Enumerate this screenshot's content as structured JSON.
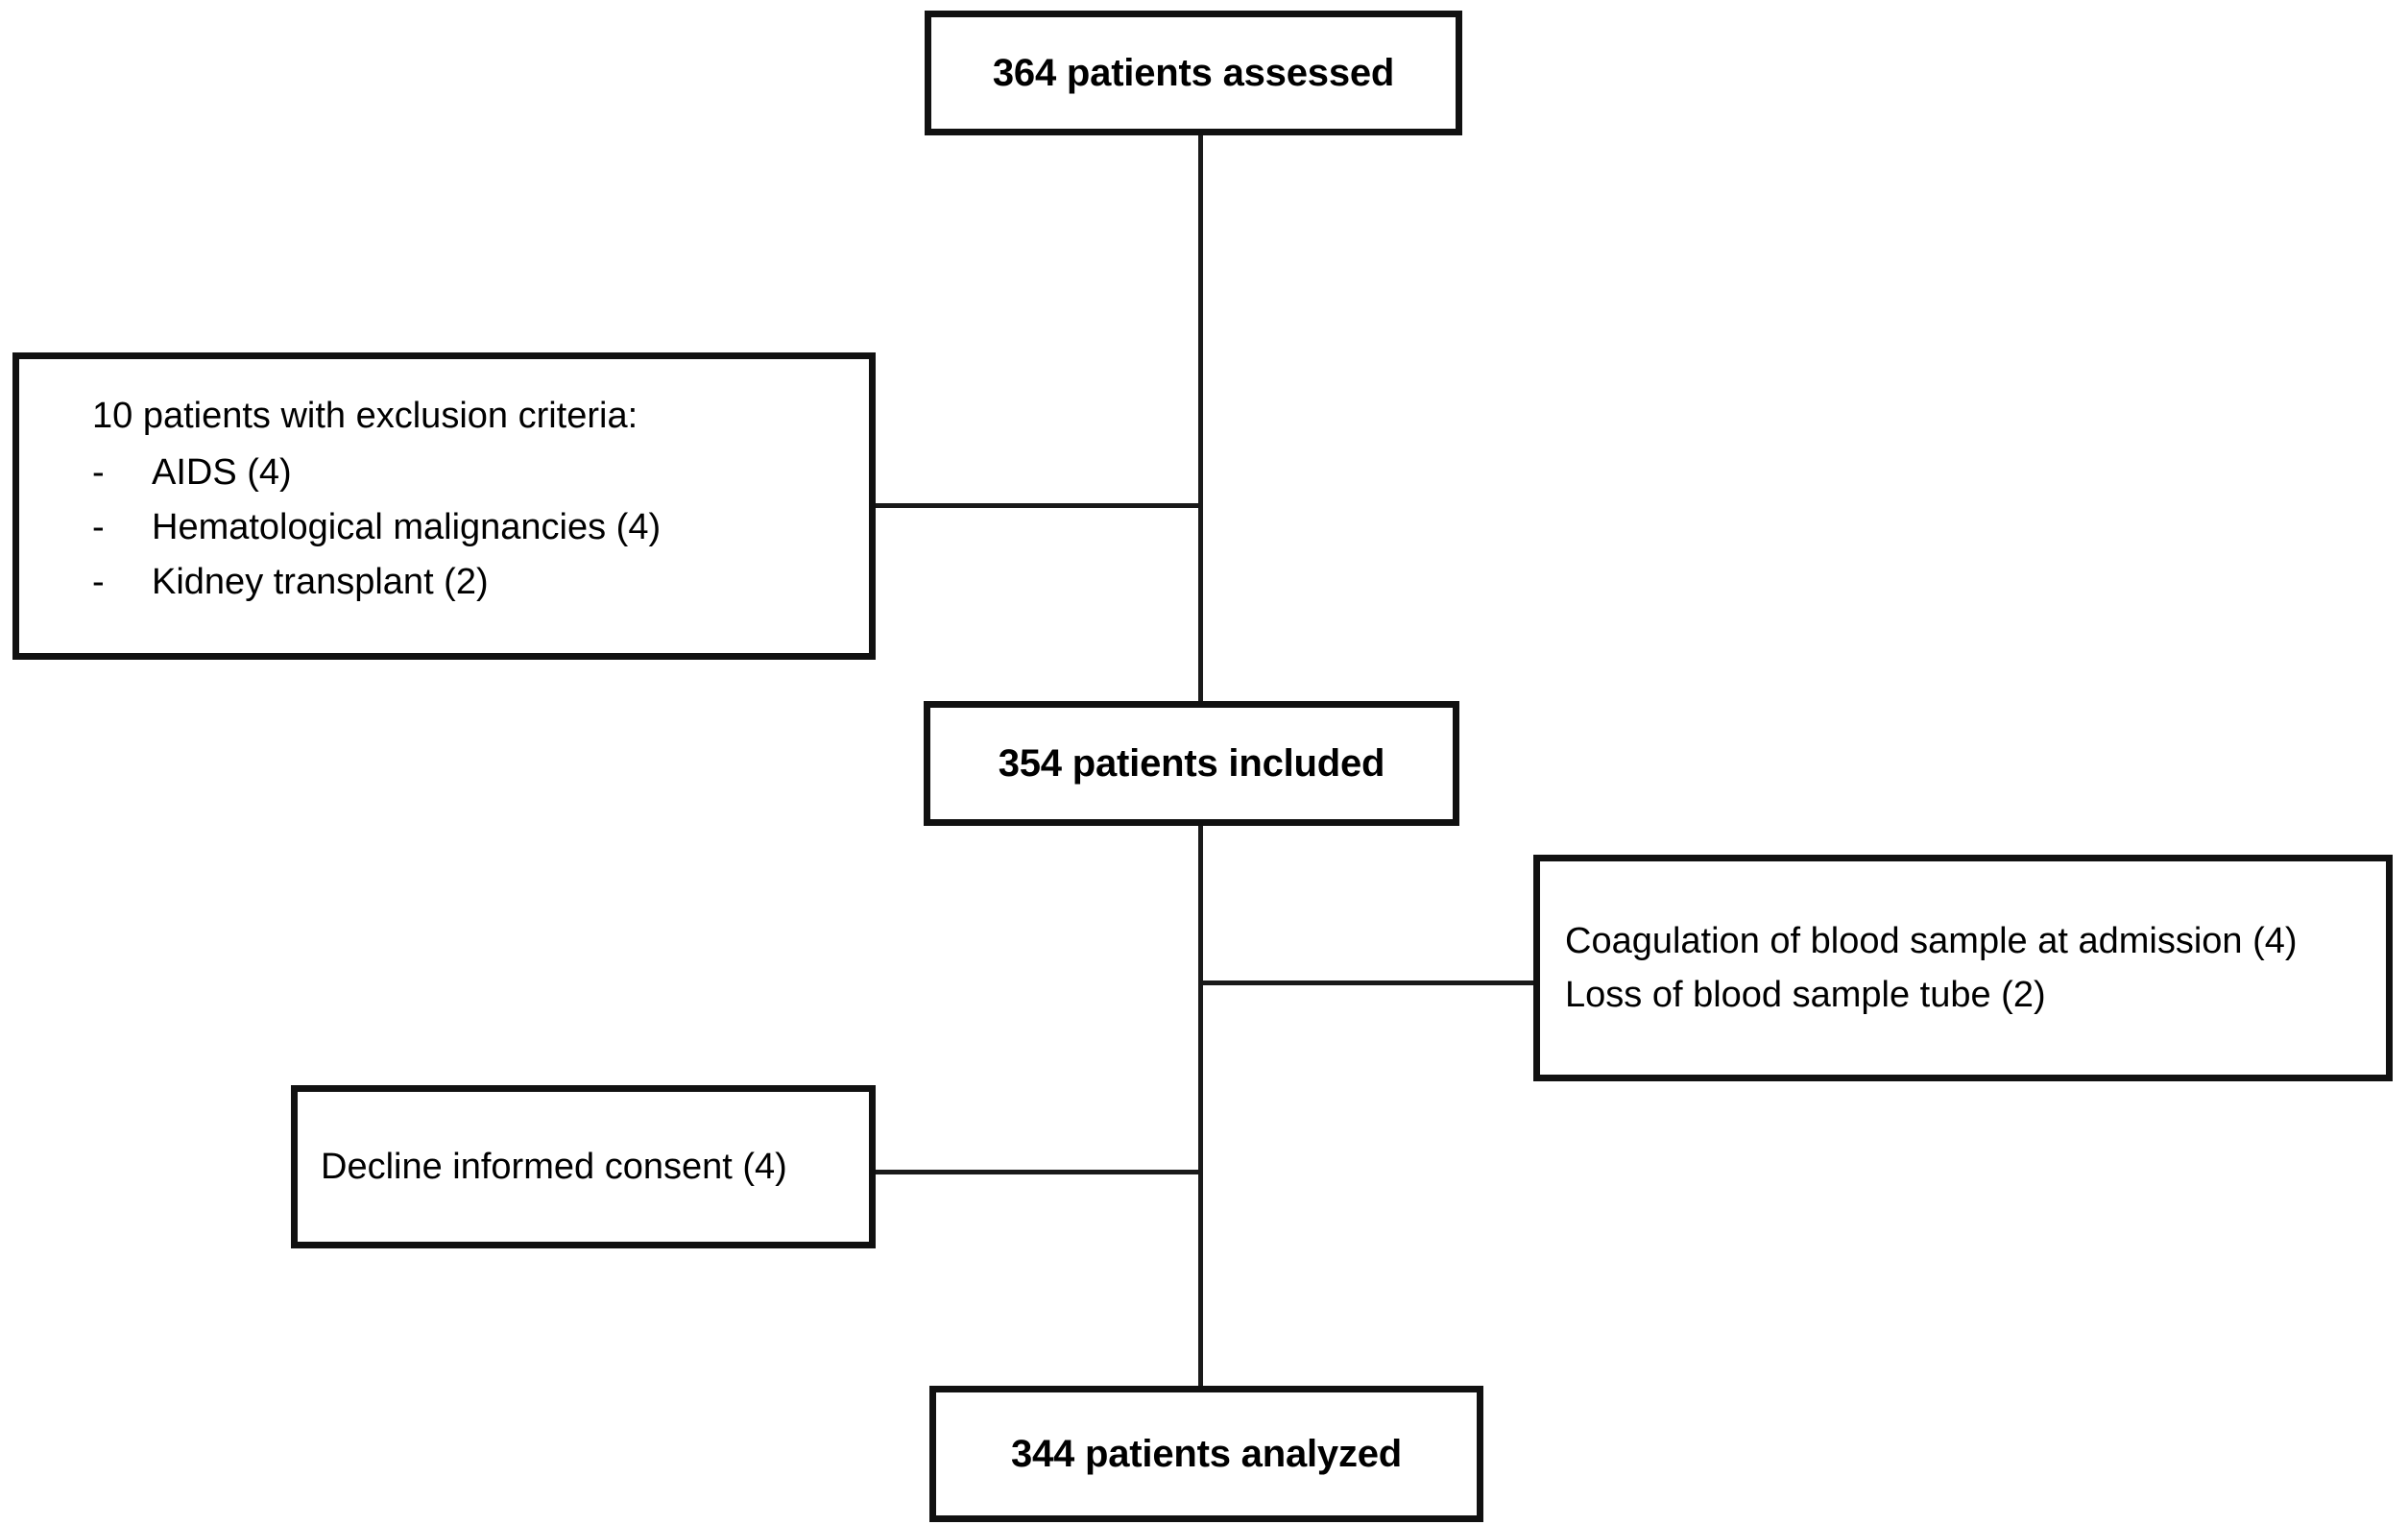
{
  "diagram": {
    "type": "patient-flow-chart",
    "title_present": false,
    "nodes": {
      "assessed": {
        "label": "364 patients assessed",
        "count": 364
      },
      "included": {
        "label": "354 patients included",
        "count": 354
      },
      "analyzed": {
        "label": "344 patients analyzed",
        "count": 344
      }
    },
    "exclusion_box": {
      "title": "10 patients with exclusion criteria:",
      "total": 10,
      "bullet": "-",
      "items": [
        {
          "label": "AIDS (4)",
          "reason": "AIDS",
          "n": 4
        },
        {
          "label": "Hematological malignancies (4)",
          "reason": "Hematological malignancies",
          "n": 4
        },
        {
          "label": "Kidney transplant (2)",
          "reason": "Kidney transplant",
          "n": 2
        }
      ]
    },
    "sample_loss_box": {
      "lines": [
        {
          "label": "Coagulation of blood sample at admission (4)",
          "reason": "Coagulation of blood sample at admission",
          "n": 4
        },
        {
          "label": "Loss of blood sample tube (2)",
          "reason": "Loss of blood sample tube",
          "n": 2
        }
      ]
    },
    "consent_box": {
      "lines": [
        {
          "label": "Decline informed consent (4)",
          "reason": "Decline informed consent",
          "n": 4
        }
      ]
    },
    "colors": {
      "box_border": "#111111",
      "connector": "#1a1a1a",
      "text": "#000000",
      "background": "#ffffff"
    }
  }
}
